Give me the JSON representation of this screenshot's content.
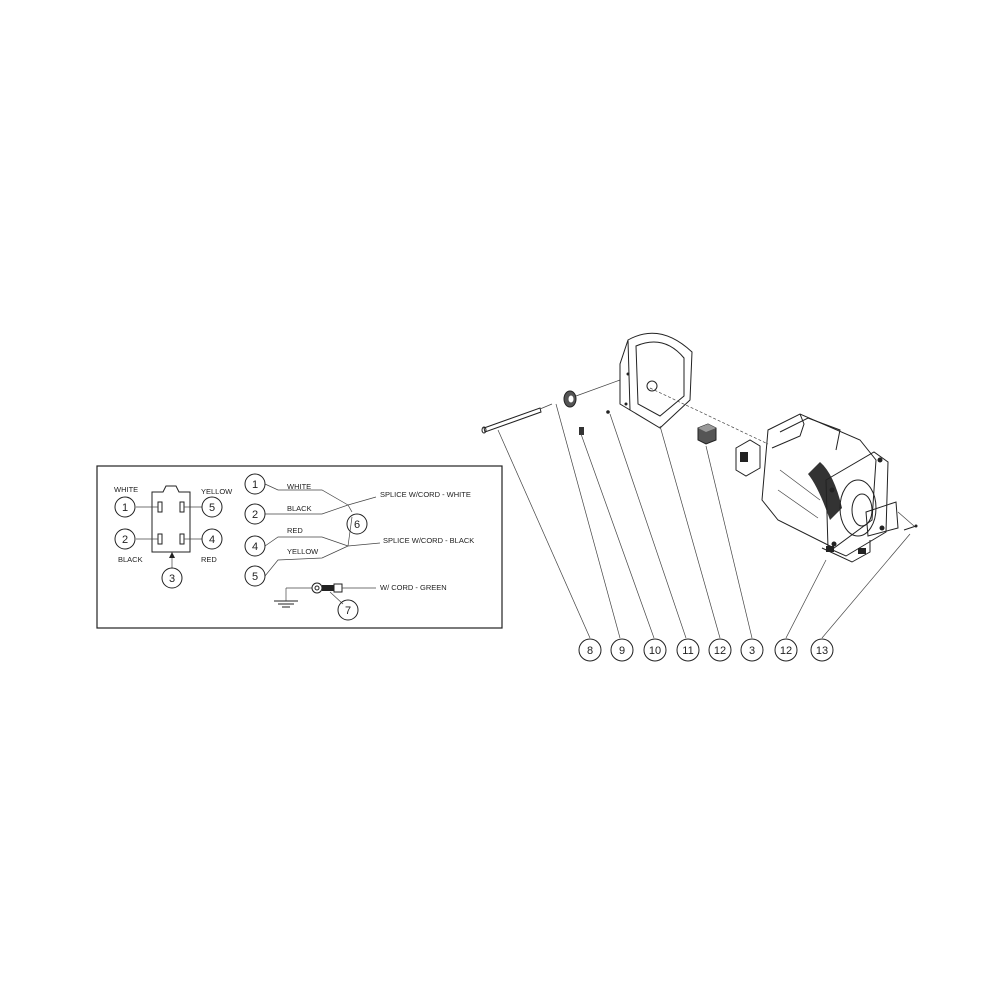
{
  "wiring": {
    "connector": {
      "white": "WHITE",
      "yellow": "YELLOW",
      "black": "BLACK",
      "red": "RED",
      "callouts": [
        "1",
        "5",
        "2",
        "4",
        "3"
      ]
    },
    "leads": {
      "white": "WHITE",
      "black": "BLACK",
      "red": "RED",
      "yellow": "YELLOW",
      "splice_white": "SPLICE W/CORD - WHITE",
      "splice_black": "SPLICE W/CORD - BLACK",
      "ground": "W/ CORD - GREEN",
      "callouts": [
        "1",
        "2",
        "4",
        "5",
        "6",
        "7"
      ]
    }
  },
  "assembly": {
    "callouts": [
      "8",
      "9",
      "10",
      "11",
      "12",
      "3",
      "12",
      "13"
    ]
  }
}
